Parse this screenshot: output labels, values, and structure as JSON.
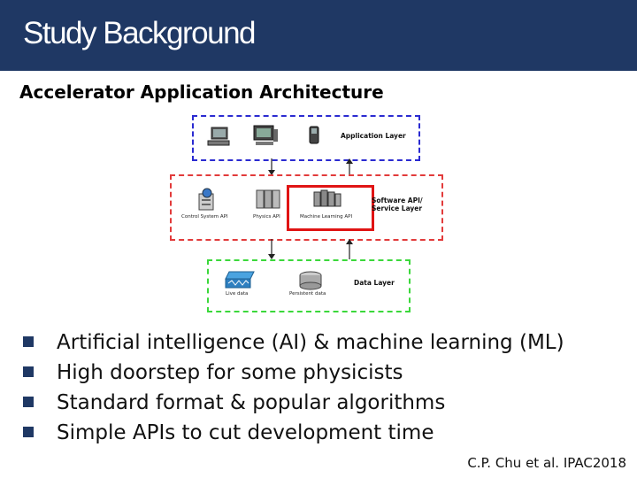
{
  "slide": {
    "title": "Study Background",
    "subtitle": "Accelerator Application Architecture",
    "credit": "C.P. Chu et al. IPAC2018"
  },
  "diagram": {
    "layers": {
      "application": "Application Layer",
      "service_line1": "Software API/",
      "service_line2": "Service Layer",
      "data": "Data Layer"
    },
    "components": {
      "control": "Control System API",
      "physics": "Physics API",
      "ml": "Machine Learning API",
      "live": "Live data",
      "persistent": "Persistent data"
    },
    "colors": {
      "application": "#2b2bd1",
      "service": "#e23b3b",
      "data": "#3bd83b",
      "highlight": "#e01414"
    }
  },
  "bullets": [
    "Artificial intelligence (AI) & machine learning (ML)",
    "High doorstep for some physicists",
    "Standard format & popular algorithms",
    "Simple APIs to cut development time"
  ]
}
